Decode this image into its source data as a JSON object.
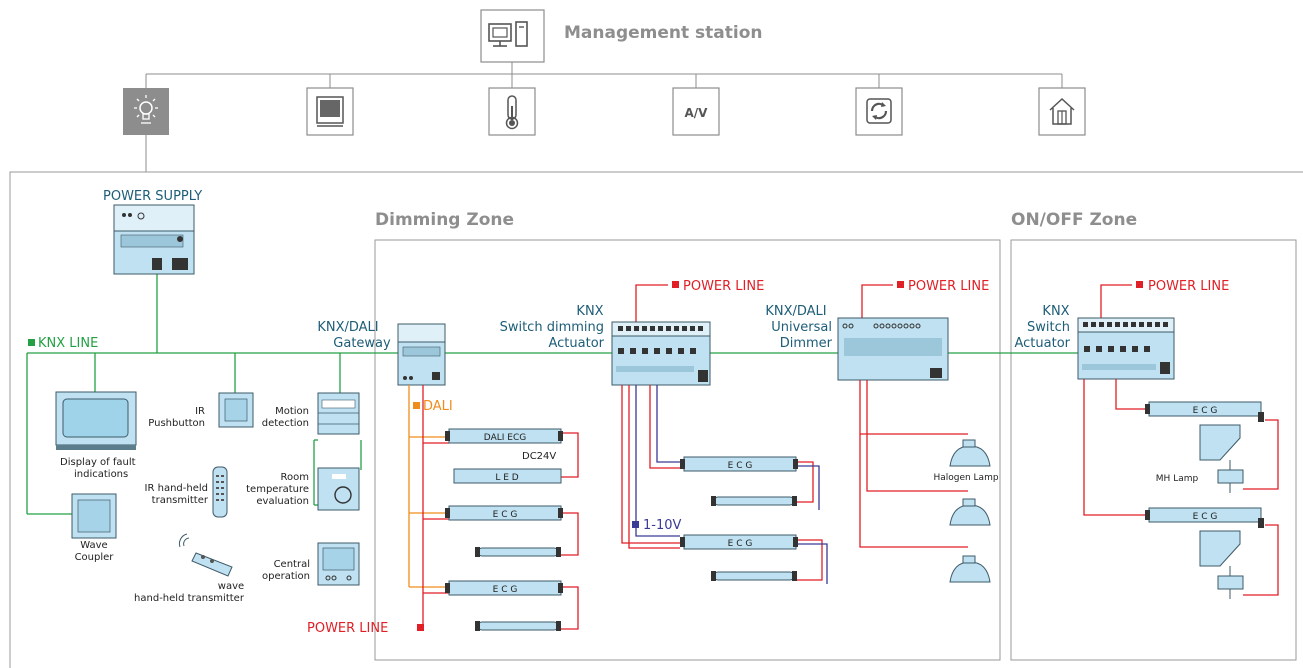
{
  "header": {
    "title": "Management station",
    "av_icon_label": "A/V"
  },
  "icons": [
    "monitor-icon",
    "lighting-icon",
    "shutter-icon",
    "thermometer-icon",
    "av-icon",
    "refresh-icon",
    "home-icon"
  ],
  "power_supply": {
    "label": "POWER SUPPLY"
  },
  "knx_line": {
    "label": "KNX LINE"
  },
  "zones": {
    "dimming": "Dimming Zone",
    "onoff": "ON/OFF Zone"
  },
  "devices": {
    "gateway_line1": "KNX/DALI",
    "gateway_line2": "Gateway",
    "switch_dim_line1": "KNX",
    "switch_dim_line2": "Switch dimming",
    "switch_dim_line3": "Actuator",
    "universal_line1": "KNX/DALI",
    "universal_line2": "Universal",
    "universal_line3": "Dimmer",
    "switch_line1": "KNX",
    "switch_line2": "Switch",
    "switch_line3": "Actuator"
  },
  "power_line": "POWER LINE",
  "dali": "DALI",
  "one_ten_v": "1-10V",
  "dc24v": "DC24V",
  "led": "L E D",
  "dali_ecg": "DALI ECG",
  "ecg": "E C G",
  "halogen": "Halogen Lamp",
  "mh_lamp": "MH Lamp",
  "left_devices": {
    "display_line1": "Display of fault",
    "display_line2": "indications",
    "ir_push_line1": "IR",
    "ir_push_line2": "Pushbutton",
    "motion_line1": "Motion",
    "motion_line2": "detection",
    "ir_hand_line1": "IR hand-held",
    "ir_hand_line2": "transmitter",
    "room_line1": "Room",
    "room_line2": "temperature",
    "room_line3": "evaluation",
    "wave_coupler_line1": "Wave",
    "wave_coupler_line2": "Coupler",
    "central_line1": "Central",
    "central_line2": "operation",
    "wave_hand_line1": "wave",
    "wave_hand_line2": "hand-held transmitter"
  }
}
